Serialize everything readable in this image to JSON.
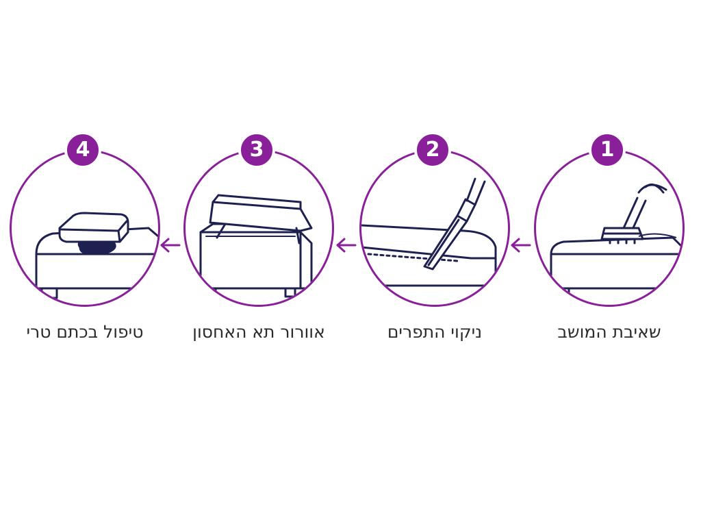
{
  "accent_color": "#8a1f9a",
  "line_color": "#1e2150",
  "steps": [
    {
      "number": "1",
      "label": "שאיבת המושב",
      "icon": "vacuum-cleaning-icon"
    },
    {
      "number": "2",
      "label": "ניקוי התפרים",
      "icon": "crevice-tool-icon"
    },
    {
      "number": "3",
      "label": "אוורור תא האחסון",
      "icon": "open-storage-box-icon"
    },
    {
      "number": "4",
      "label": "טיפול בכתם טרי",
      "icon": "blotting-sponge-icon"
    }
  ]
}
